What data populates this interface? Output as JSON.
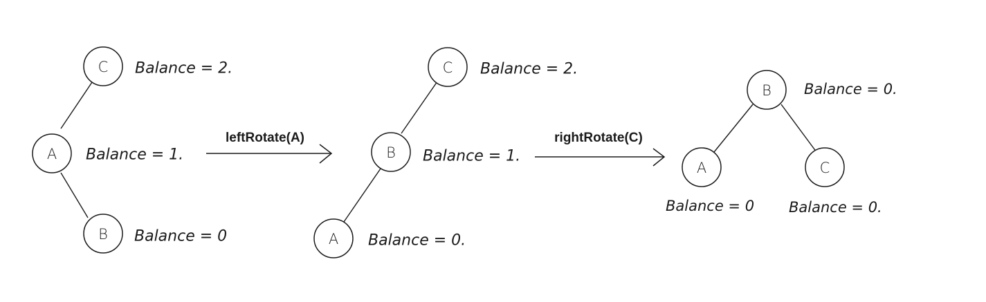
{
  "stage1": {
    "nodes": {
      "c": {
        "label": "C",
        "balance": "Balance = 2."
      },
      "a": {
        "label": "A",
        "balance": "Balance = 1."
      },
      "b": {
        "label": "B",
        "balance": "Balance = 0"
      }
    }
  },
  "operation1": {
    "label": "leftRotate(A)"
  },
  "stage2": {
    "nodes": {
      "c": {
        "label": "C",
        "balance": "Balance = 2."
      },
      "b": {
        "label": "B",
        "balance": "Balance = 1."
      },
      "a": {
        "label": "A",
        "balance": "Balance = 0."
      }
    }
  },
  "operation2": {
    "label": "rightRotate(C)"
  },
  "stage3": {
    "nodes": {
      "b": {
        "label": "B",
        "balance": "Balance = 0."
      },
      "a": {
        "label": "A",
        "balance": "Balance = 0"
      },
      "c": {
        "label": "C",
        "balance": "Balance = 0."
      }
    }
  }
}
